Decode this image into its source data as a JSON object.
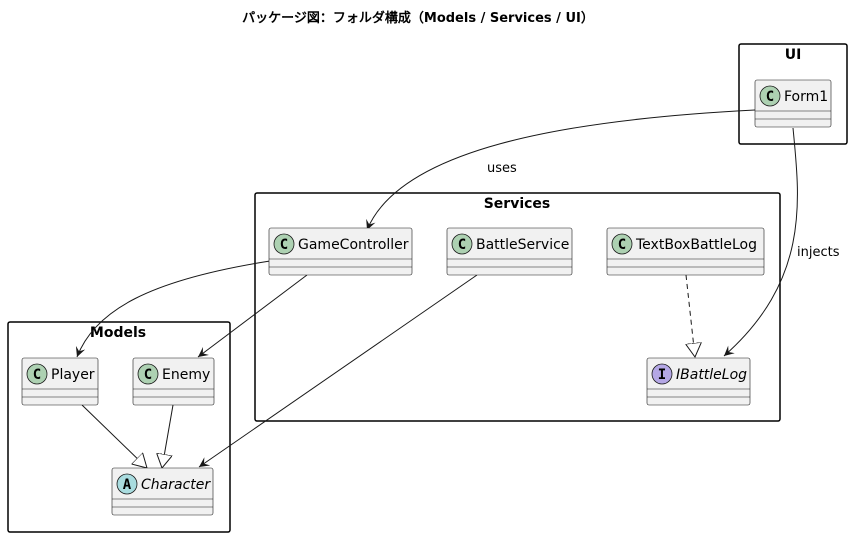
{
  "title": "パッケージ図：フォルダ構成（Models / Services / UI）",
  "colors": {
    "class_fill": "#f1f1f1",
    "class_border": "#181818",
    "class_circle": "#add1b2",
    "interface_circle": "#b4a7e5",
    "abstract_circle": "#a9dcdf"
  },
  "packages": {
    "ui": "UI",
    "services": "Services",
    "models": "Models"
  },
  "classes": {
    "form1": {
      "name": "Form1",
      "stereotype": "C"
    },
    "game_controller": {
      "name": "GameController",
      "stereotype": "C"
    },
    "battle_service": {
      "name": "BattleService",
      "stereotype": "C"
    },
    "textbox_battle_log": {
      "name": "TextBoxBattleLog",
      "stereotype": "C"
    },
    "ibattle_log": {
      "name": "IBattleLog",
      "stereotype": "I"
    },
    "player": {
      "name": "Player",
      "stereotype": "C"
    },
    "enemy": {
      "name": "Enemy",
      "stereotype": "C"
    },
    "character": {
      "name": "Character",
      "stereotype": "A"
    }
  },
  "edges": {
    "uses": "uses",
    "injects": "injects"
  }
}
